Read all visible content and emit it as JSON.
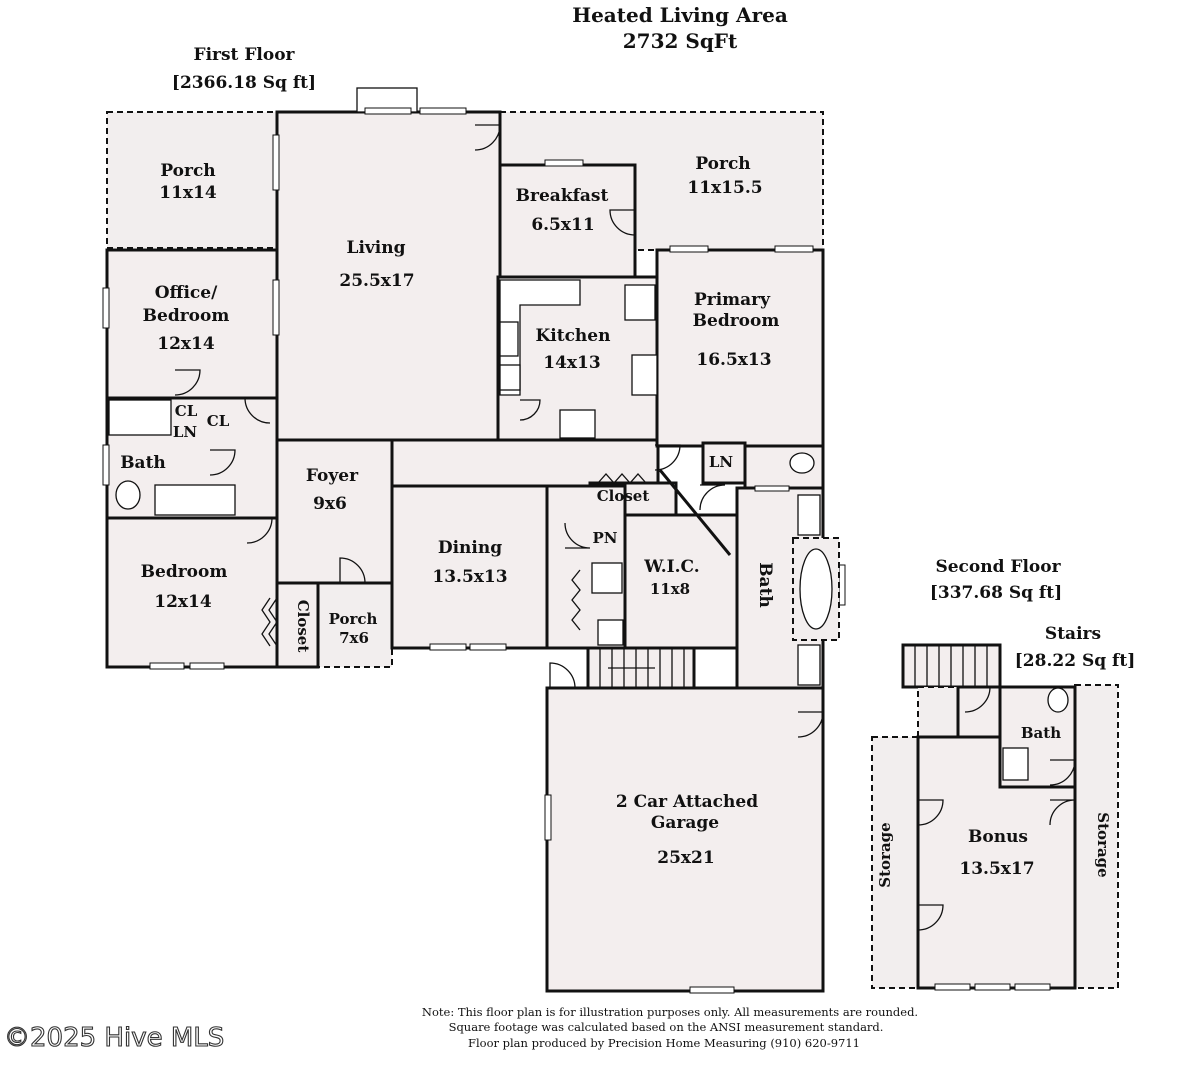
{
  "header": {
    "title": "Heated Living Area",
    "total": "2732 SqFt"
  },
  "first_floor": {
    "title": "First Floor",
    "area": "[2366.18 Sq ft]"
  },
  "second_floor": {
    "title": "Second Floor",
    "area": "[337.68 Sq ft]"
  },
  "stairs_area": {
    "title": "Stairs",
    "area": "[28.22 Sq ft]"
  },
  "rooms": {
    "porch_left": {
      "name": "Porch",
      "size": "11x14"
    },
    "porch_right": {
      "name": "Porch",
      "size": "11x15.5"
    },
    "breakfast": {
      "name": "Breakfast",
      "size": "6.5x11"
    },
    "living": {
      "name": "Living",
      "size": "25.5x17"
    },
    "office": {
      "name1": "Office/",
      "name2": "Bedroom",
      "size": "12x14"
    },
    "kitchen": {
      "name": "Kitchen",
      "size": "14x13"
    },
    "primary": {
      "name1": "Primary",
      "name2": "Bedroom",
      "size": "16.5x13"
    },
    "cl1": "CL",
    "ln1": "LN",
    "cl2": "CL",
    "bath1": "Bath",
    "foyer": {
      "name": "Foyer",
      "size": "9x6"
    },
    "ln2": "LN",
    "closet_upper": "Closet",
    "dining": {
      "name": "Dining",
      "size": "13.5x13"
    },
    "pn": "PN",
    "wic": {
      "name": "W.I.C.",
      "size": "11x8"
    },
    "bath2": "Bath",
    "bedroom": {
      "name": "Bedroom",
      "size": "12x14"
    },
    "closet_lower": "Closet",
    "porch_small": {
      "name": "Porch",
      "size": "7x6"
    },
    "garage": {
      "name1": "2 Car Attached",
      "name2": "Garage",
      "size": "25x21"
    },
    "bath3": "Bath",
    "bonus": {
      "name": "Bonus",
      "size": "13.5x17"
    },
    "storage_left": "Storage",
    "storage_right": "Storage"
  },
  "notes": [
    "Note: This floor plan is for illustration purposes only. All measurements are rounded.",
    "Square footage was calculated based on the ANSI measurement standard.",
    "Floor plan produced by Precision Home Measuring (910) 620-9711"
  ],
  "watermark": "©2025 Hive MLS"
}
